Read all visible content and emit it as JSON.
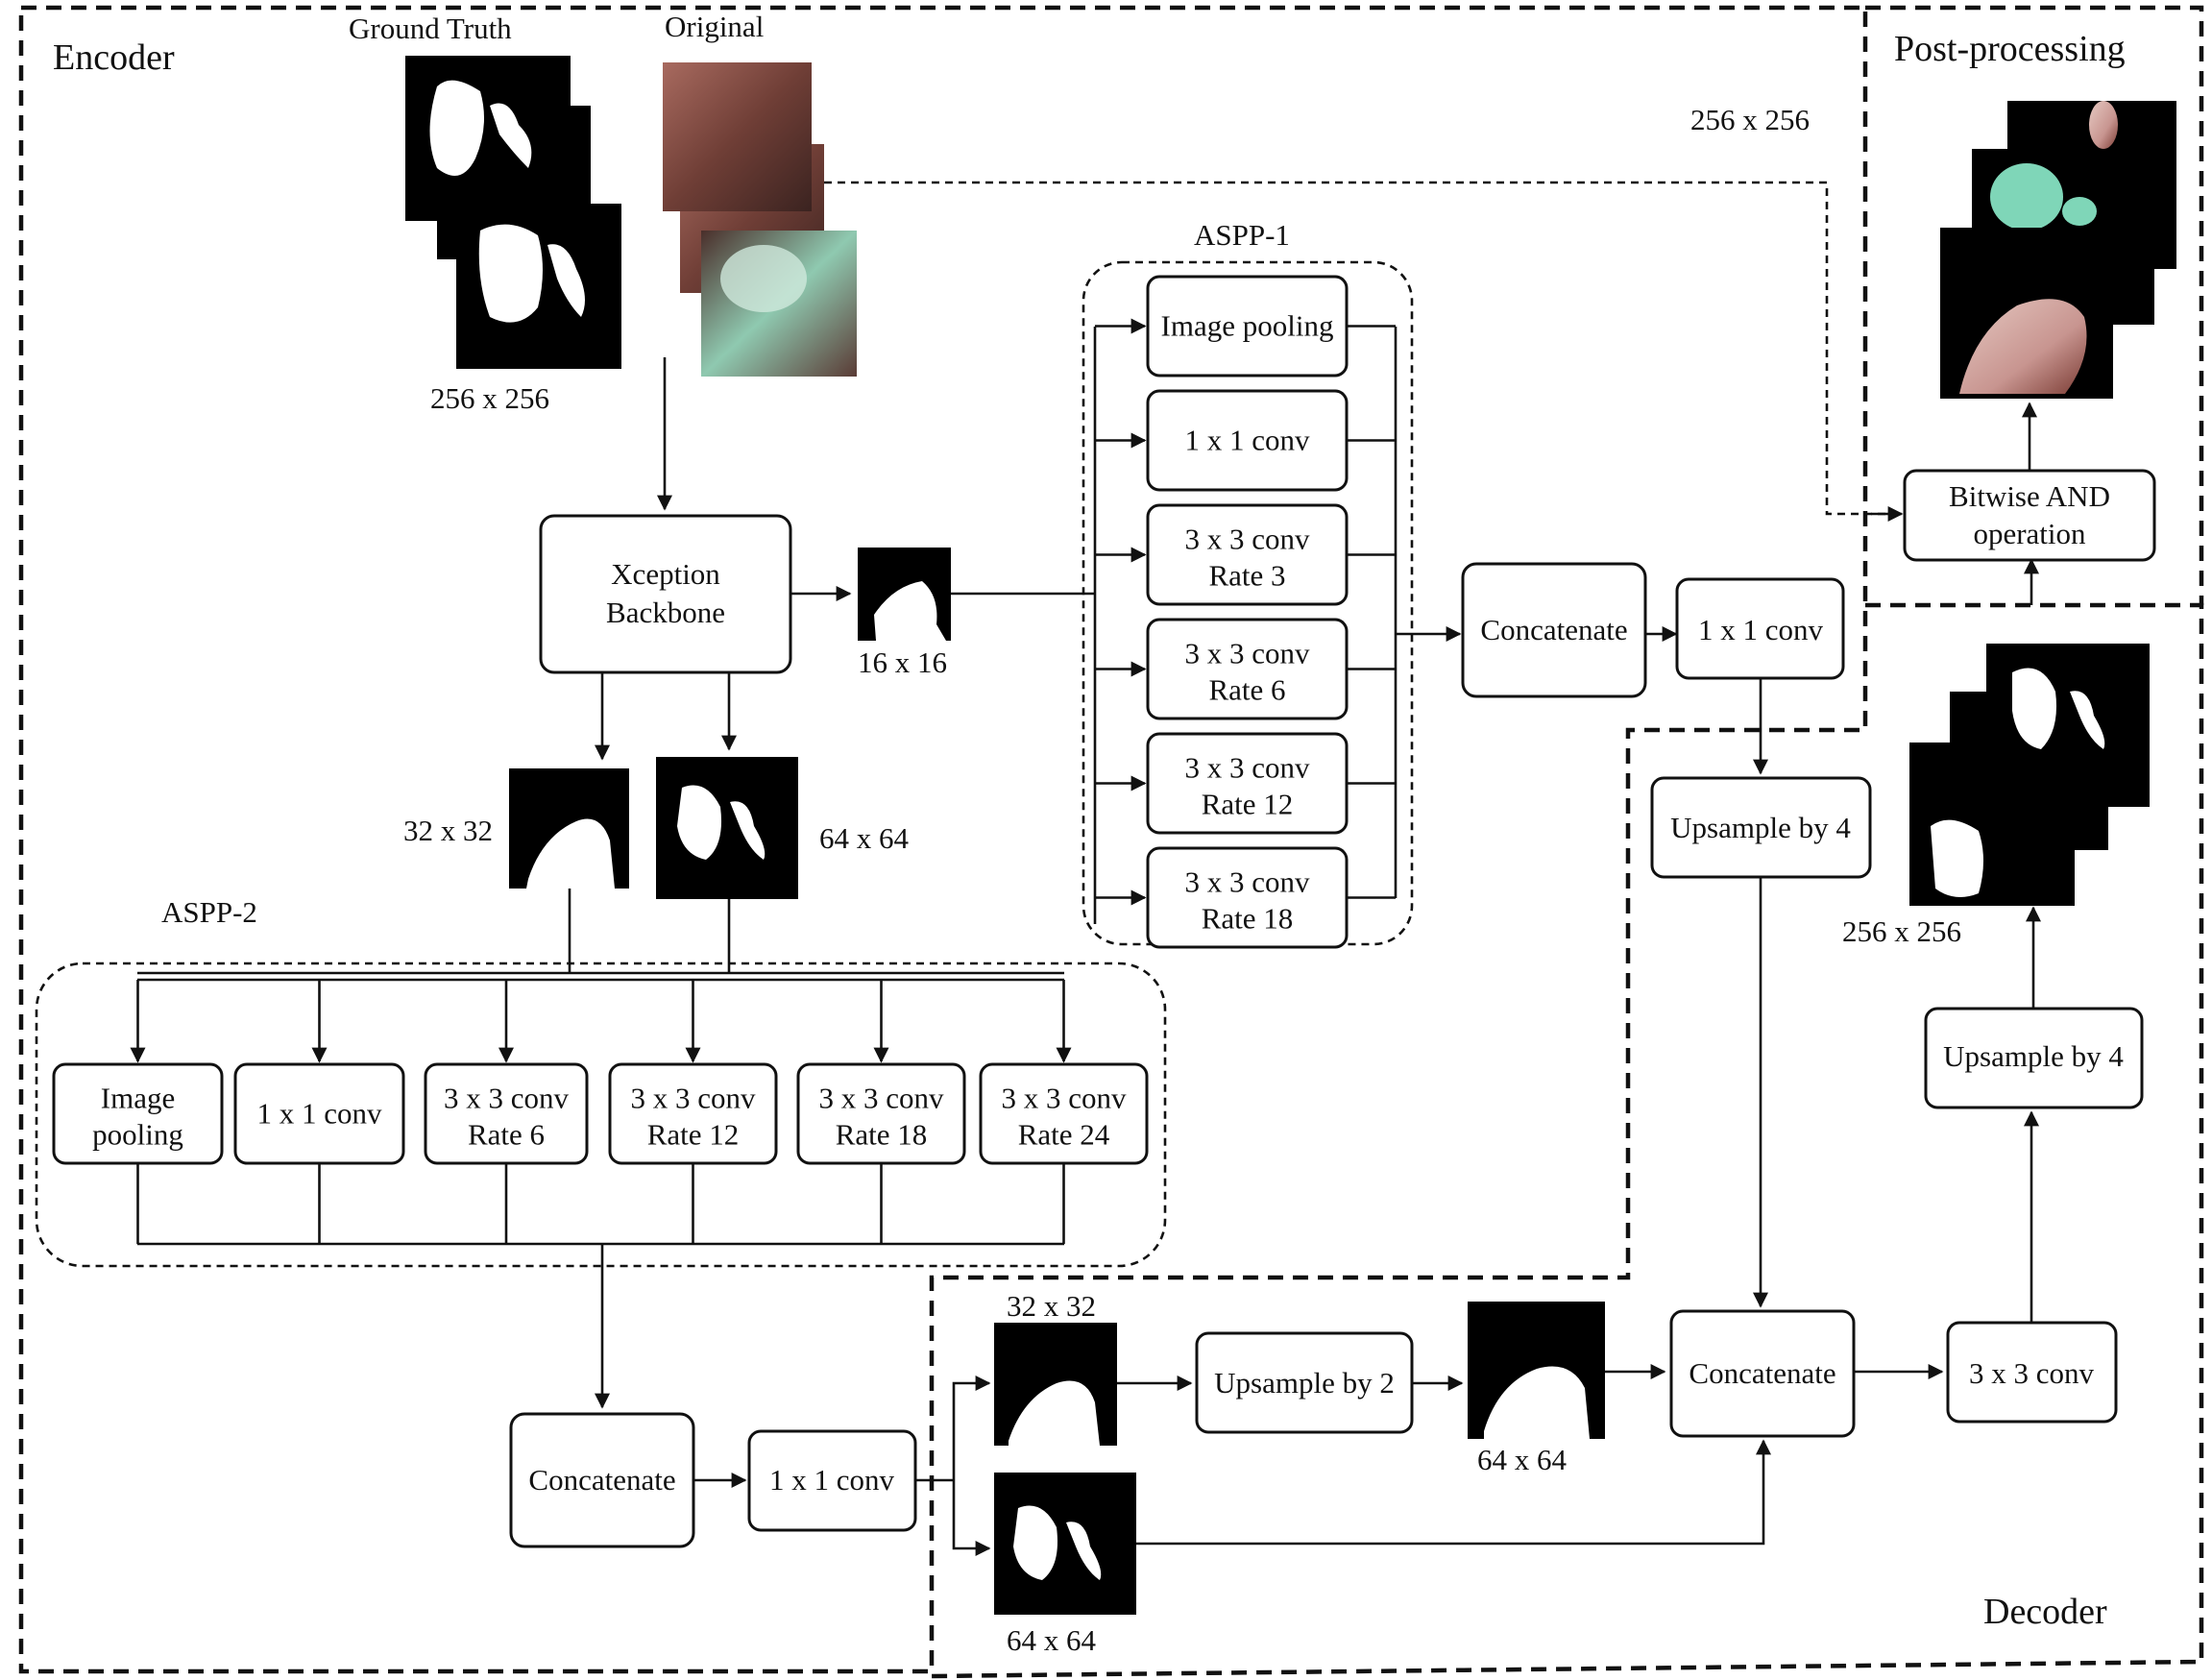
{
  "sections": {
    "encoder": "Encoder",
    "decoder": "Decoder",
    "post_processing": "Post-processing"
  },
  "inputs": {
    "ground_truth": "Ground Truth",
    "original": "Original",
    "input_size": "256  x  256"
  },
  "encoder": {
    "backbone_line1": "Xception",
    "backbone_line2": "Backbone",
    "feat_16": "16 x 16",
    "feat_32": "32 x 32",
    "feat_64": "64 x 64",
    "aspp1_title": "ASPP-1",
    "aspp1_blocks": [
      {
        "line1": "Image pooling",
        "line2": ""
      },
      {
        "line1": "1 x 1 conv",
        "line2": ""
      },
      {
        "line1": "3 x 3 conv",
        "line2": "Rate 3"
      },
      {
        "line1": "3 x 3 conv",
        "line2": "Rate 6"
      },
      {
        "line1": "3 x 3 conv",
        "line2": "Rate 12"
      },
      {
        "line1": "3 x 3 conv",
        "line2": "Rate 18"
      }
    ],
    "aspp1_concat": "Concatenate",
    "aspp1_conv": "1 x 1 conv",
    "aspp2_title": "ASPP-2",
    "aspp2_blocks": [
      {
        "line1": "Image",
        "line2": "pooling"
      },
      {
        "line1": "1 x 1 conv",
        "line2": ""
      },
      {
        "line1": "3 x 3 conv",
        "line2": "Rate 6"
      },
      {
        "line1": "3 x 3 conv",
        "line2": "Rate 12"
      },
      {
        "line1": "3 x 3 conv",
        "line2": "Rate 18"
      },
      {
        "line1": "3 x 3 conv",
        "line2": "Rate 24"
      }
    ],
    "aspp2_concat": "Concatenate",
    "aspp2_conv": "1 x 1 conv"
  },
  "decoder": {
    "size_32": "32 x 32",
    "upsample_2": "Upsample by 2",
    "size_64_up": "64 x 64",
    "size_64_skip": "64 x 64",
    "concat": "Concatenate",
    "conv_3x3": "3 x 3 conv",
    "upsample_4_branch": "Upsample by 4",
    "upsample_4_out": "Upsample by 4",
    "out_size": "256  x  256"
  },
  "post": {
    "bitwise_line1": "Bitwise AND",
    "bitwise_line2": "operation",
    "out_size": "256  x  256"
  },
  "colors": {
    "stroke": "#111111",
    "mask_bg": "#000000",
    "mask_fg": "#ffffff",
    "tissue_red": "#7a3a33",
    "tissue_green": "#7fd6b8"
  }
}
